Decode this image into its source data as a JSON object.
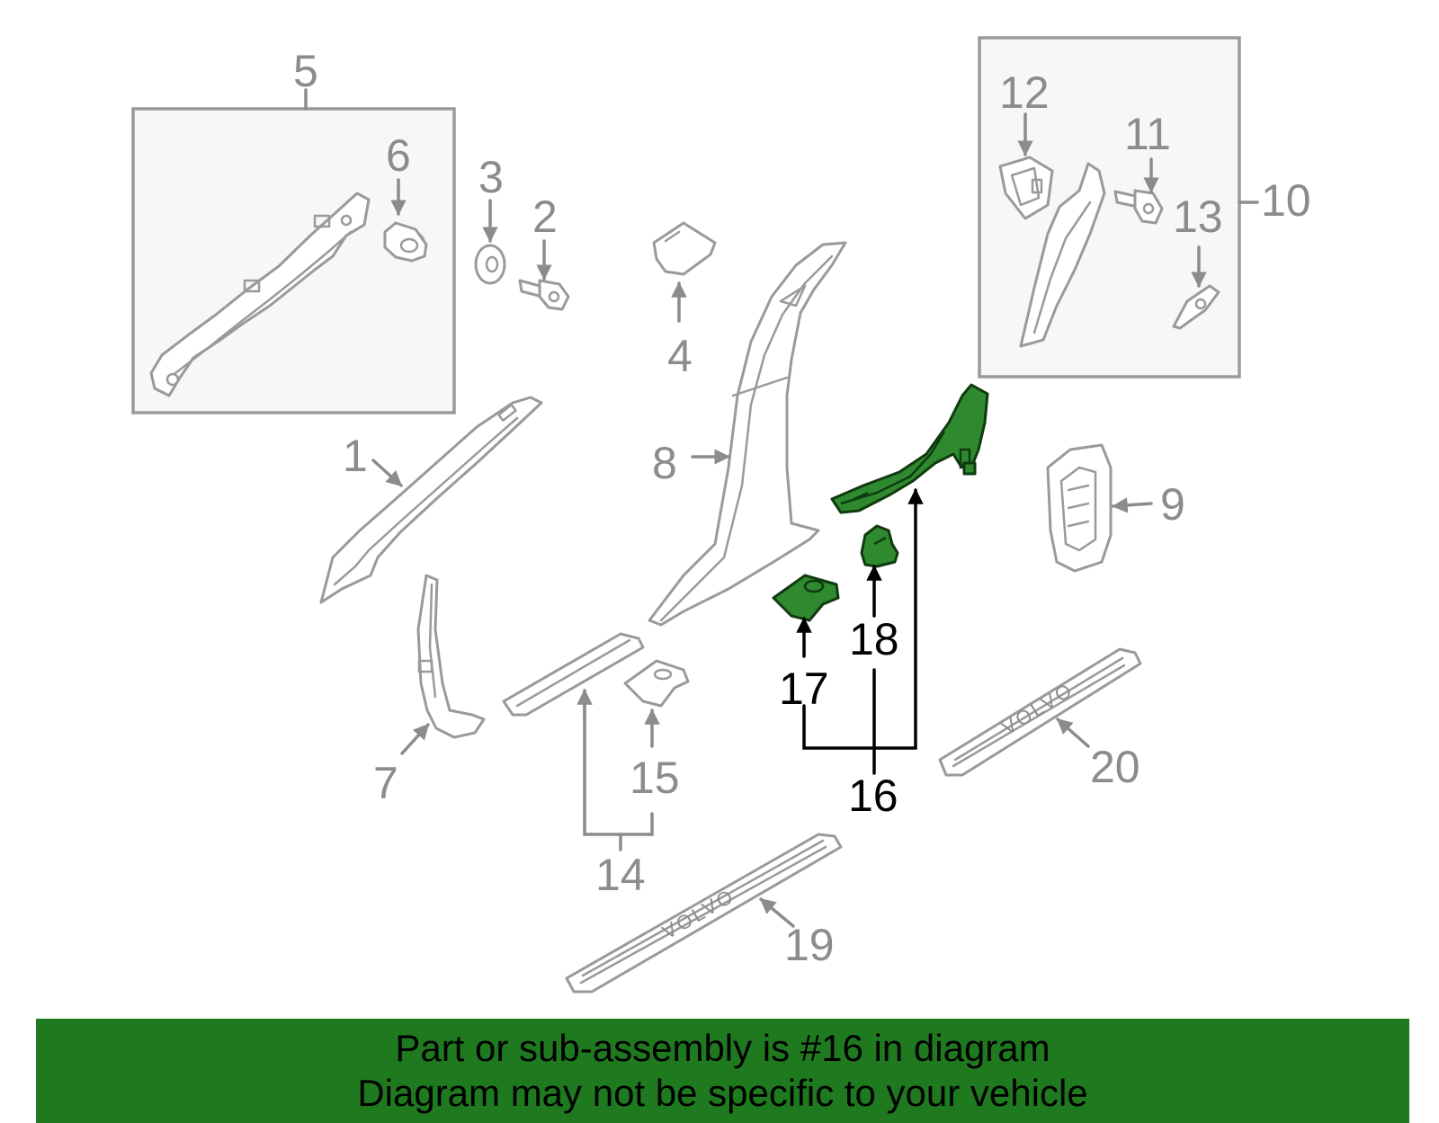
{
  "diagram": {
    "colors": {
      "highlight": "#2f8a2f",
      "banner": "#1f7a1f",
      "line_art": "#9a9a9a"
    },
    "highlighted_callout": "16",
    "callouts": {
      "c1": "1",
      "c2": "2",
      "c3": "3",
      "c4": "4",
      "c5": "5",
      "c6": "6",
      "c7": "7",
      "c8": "8",
      "c9": "9",
      "c10": "10",
      "c11": "11",
      "c12": "12",
      "c13": "13",
      "c14": "14",
      "c15": "15",
      "c16": "16",
      "c17": "17",
      "c18": "18",
      "c19": "19",
      "c20": "20"
    },
    "sill_branding": {
      "front": "VOLVO",
      "rear": "VOLVO"
    }
  },
  "banner": {
    "line1": "Part or sub-assembly is #16 in diagram",
    "line2": "Diagram may not be specific to your vehicle"
  }
}
